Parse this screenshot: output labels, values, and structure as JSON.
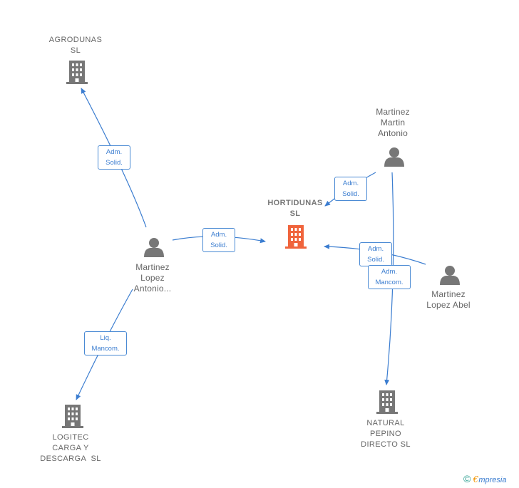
{
  "nodes": {
    "agrodunas": {
      "label_line1": "AGRODUNAS",
      "label_line2": "SL",
      "icon": "building-icon"
    },
    "hortidunas": {
      "label_line1": "HORTIDUNAS",
      "label_line2": "SL",
      "icon": "building-icon",
      "color": "#f0643c"
    },
    "logitec": {
      "label_line1": "LOGITEC",
      "label_line2": "CARGA Y",
      "label_line3": "DESCARGA  SL",
      "icon": "building-icon"
    },
    "natural_pepino": {
      "label_line1": "NATURAL",
      "label_line2": "PEPINO",
      "label_line3": "DIRECTO SL",
      "icon": "building-icon"
    },
    "martinez_lopez_antonio": {
      "label_line1": "Martinez",
      "label_line2": "Lopez",
      "label_line3": "Antonio...",
      "icon": "person-icon"
    },
    "martinez_martin_antonio": {
      "label_line1": "Martinez",
      "label_line2": "Martin",
      "label_line3": "Antonio",
      "icon": "person-icon"
    },
    "martinez_lopez_abel": {
      "label_line1": "Martinez",
      "label_line2": "Lopez Abel",
      "icon": "person-icon"
    }
  },
  "edges": {
    "mla_to_agrodunas": {
      "line1": "Adm.",
      "line2": "Solid."
    },
    "mla_to_hortidunas": {
      "line1": "Adm.",
      "line2": "Solid."
    },
    "mla_to_logitec": {
      "line1": "Liq.",
      "line2": "Mancom."
    },
    "mma_to_hortidunas": {
      "line1": "Adm.",
      "line2": "Solid."
    },
    "abel_to_hortidunas": {
      "line1": "Adm.",
      "line2": "Solid."
    },
    "mma_to_natural": {
      "line1": "Adm.",
      "line2": "Mancom."
    }
  },
  "colors": {
    "edge": "#3b7dd0",
    "node": "#777777",
    "focus": "#f0643c"
  },
  "brand": {
    "copyright": "©",
    "e": "€",
    "name": "mpresia"
  }
}
